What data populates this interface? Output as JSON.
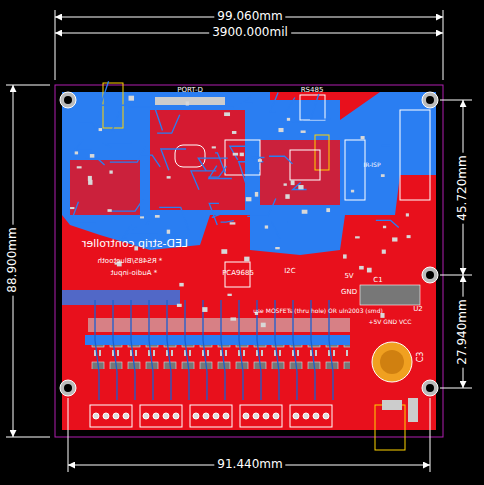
{
  "diagram": {
    "labels": [
      "99.060mm",
      "3900.000mil",
      "88.900mm",
      "45.720mm",
      "27.940mm",
      "91.440mm",
      "PORT-D",
      "RS485",
      "LED-strip controller",
      "* RS485/Bluetooth",
      "* Audio-input",
      "PCA9685",
      "I2C",
      "5V",
      "GND",
      "C1",
      "U2",
      "+5V GND VCC",
      "C3",
      "use MOSFETs (thru hole) OR uln2003 (smd)",
      "IR-ISP"
    ]
  }
}
